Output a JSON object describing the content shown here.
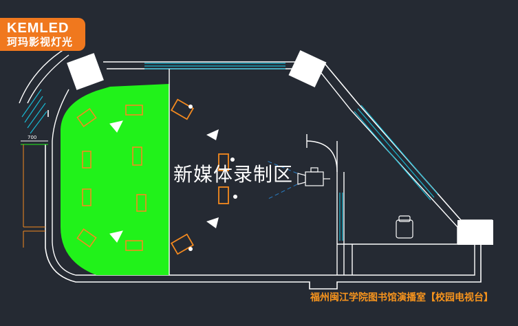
{
  "logo": {
    "brand": "KEMLED",
    "subtitle": "珂玛影视灯光"
  },
  "floor_plan": {
    "zone_label": "新媒体录制区",
    "dimension_label": "700",
    "caption": "福州闽江学院图书馆演播室【校园电视台】"
  },
  "colors": {
    "background": "#252a33",
    "walls": "#ffffff",
    "windows": "#19b8d2",
    "green_screen": "#21f21a",
    "lights": "#f58a1f",
    "logo_bg": "#f0781e",
    "caption": "#f7941d"
  },
  "icons": {
    "panel_light": "panel-light-icon",
    "spotlight": "spotlight-icon",
    "video_camera": "video-camera-icon",
    "chair": "chair-icon",
    "softbox": "softbox-icon"
  }
}
